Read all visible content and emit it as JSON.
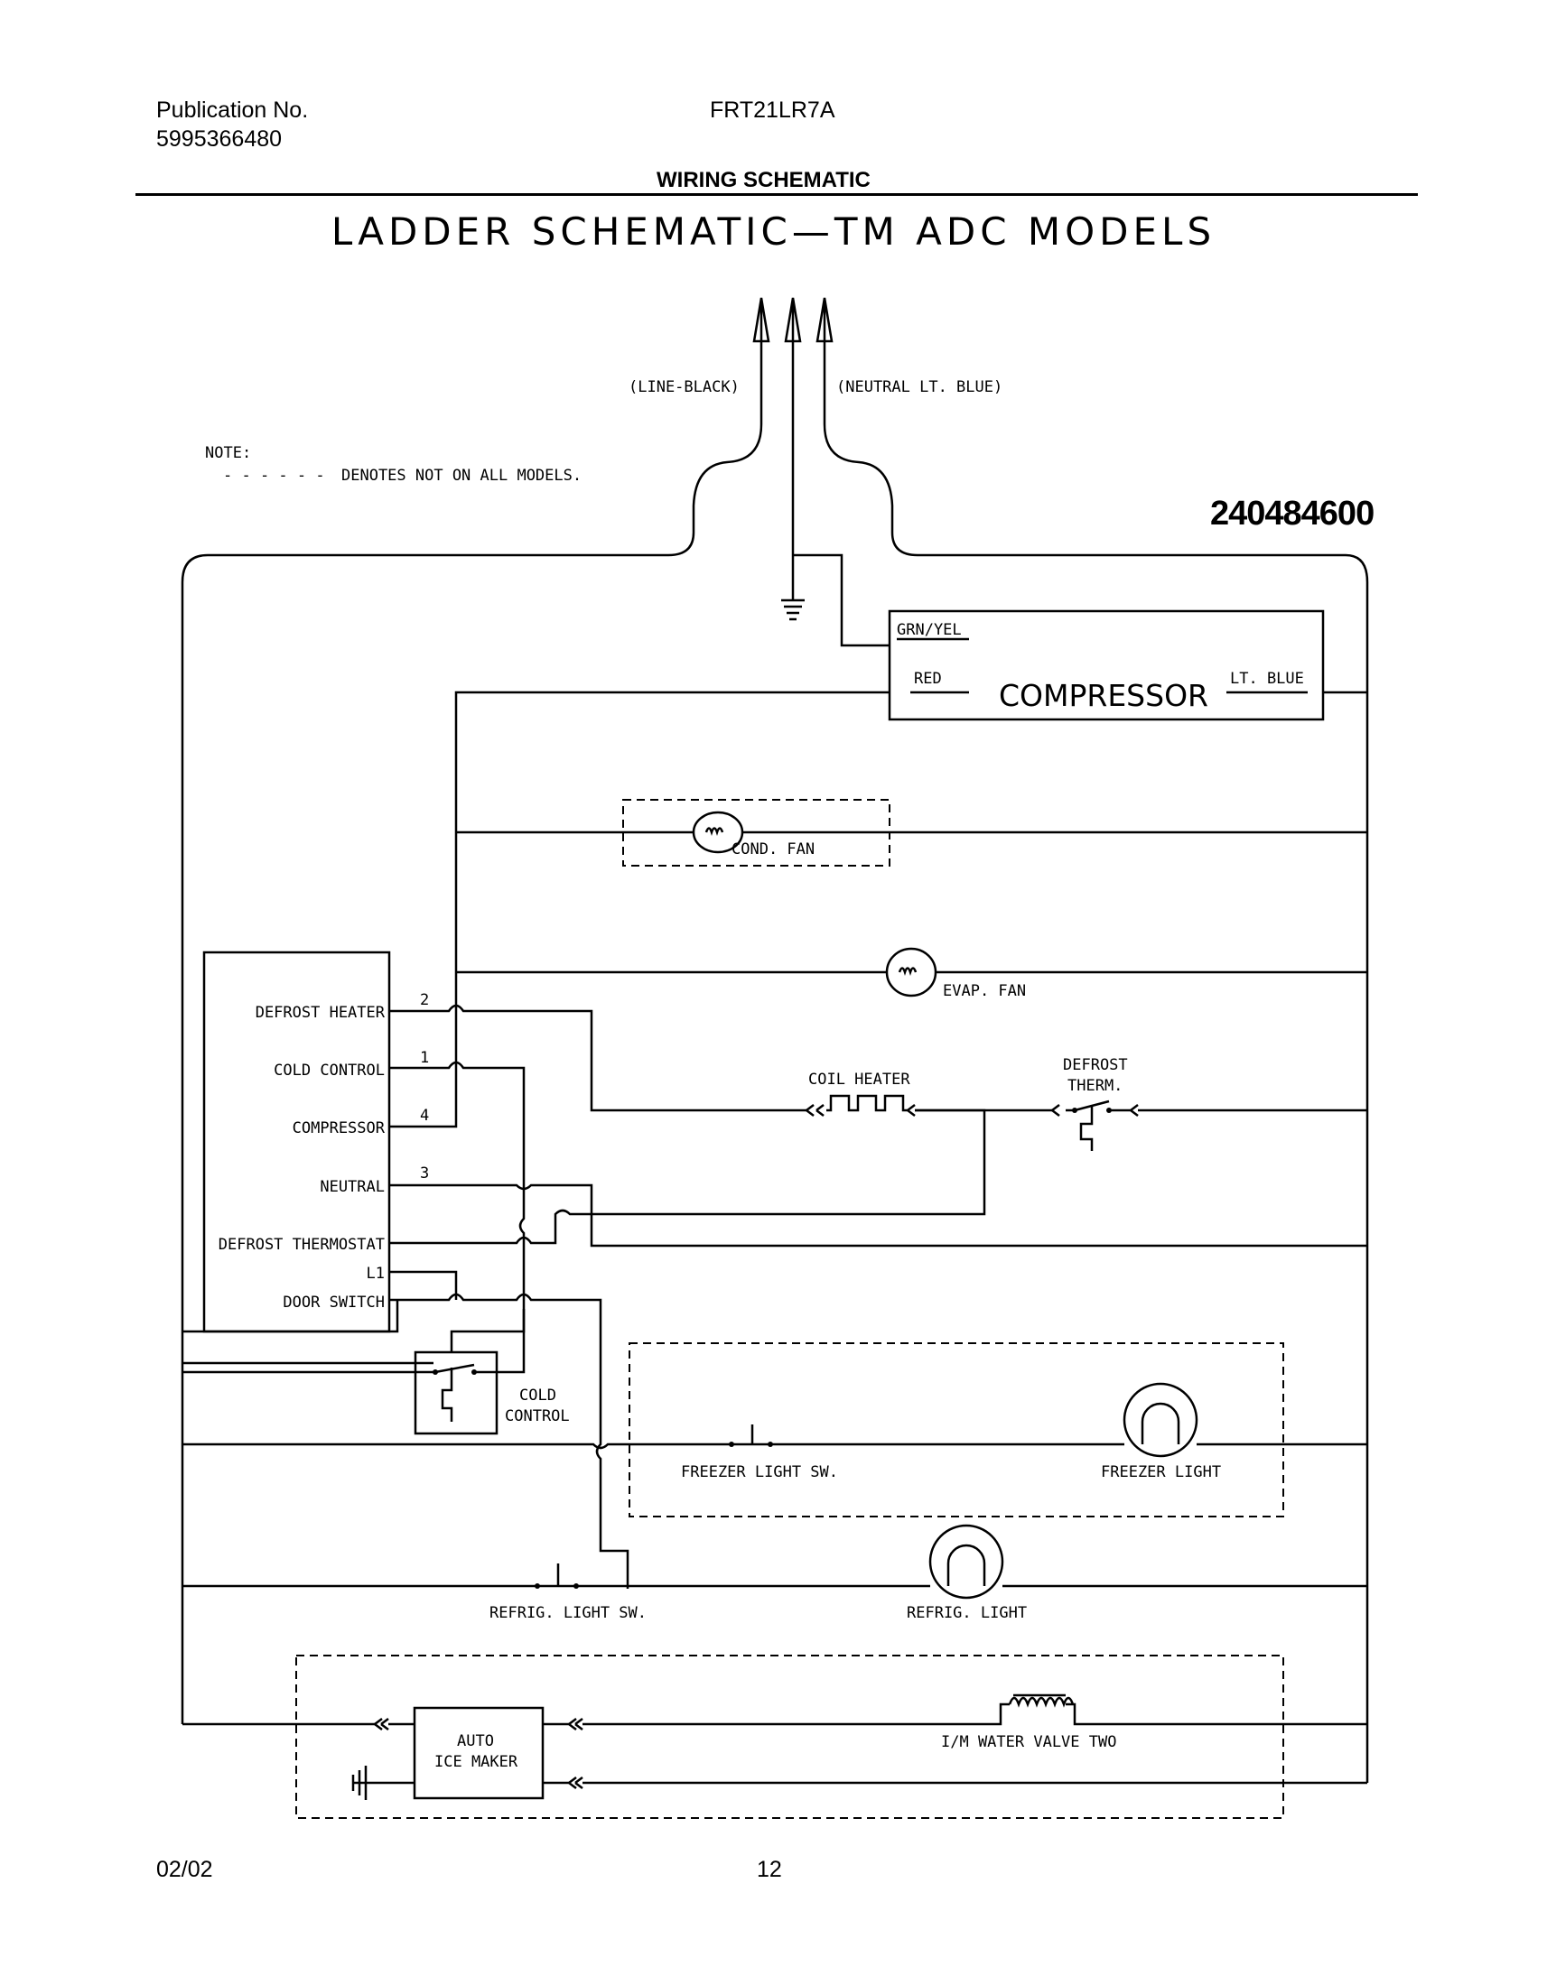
{
  "header": {
    "publication_label": "Publication No.",
    "publication_number": "5995366480",
    "model": "FRT21LR7A",
    "section": "WIRING SCHEMATIC"
  },
  "title": "LADDER SCHEMATIC—TM ADC MODELS",
  "diagram_number": "240484600",
  "note": {
    "label": "NOTE:",
    "dash_legend": "- - - - - -",
    "text": "DENOTES NOT ON ALL MODELS."
  },
  "power_cord": {
    "line": "(LINE-BLACK)",
    "neutral": "(NEUTRAL LT. BLUE)"
  },
  "compressor": {
    "label": "COMPRESSOR",
    "terminal_ground": "GRN/YEL",
    "terminal_red": "RED",
    "terminal_blue": "LT. BLUE"
  },
  "fans": {
    "condenser": "COND. FAN",
    "evaporator": "EVAP. FAN"
  },
  "control_board": {
    "terminals": [
      "DEFROST HEATER",
      "COLD CONTROL",
      "COMPRESSOR",
      "NEUTRAL",
      "DEFROST THERMOSTAT",
      "L1",
      "DOOR SWITCH"
    ],
    "pin_numbers": [
      "2",
      "1",
      "4",
      "3"
    ]
  },
  "components": {
    "coil_heater": "COIL HEATER",
    "defrost_therm_line1": "DEFROST",
    "defrost_therm_line2": "THERM.",
    "cold_control_line1": "COLD",
    "cold_control_line2": "CONTROL",
    "freezer_light_switch": "FREEZER LIGHT SW.",
    "freezer_light": "FREEZER LIGHT",
    "refrig_light_switch": "REFRIG. LIGHT SW.",
    "refrig_light": "REFRIG. LIGHT",
    "ice_maker_line1": "AUTO",
    "ice_maker_line2": "ICE MAKER",
    "water_valve": "I/M WATER VALVE TWO"
  },
  "footer": {
    "date": "02/02",
    "page": "12"
  }
}
